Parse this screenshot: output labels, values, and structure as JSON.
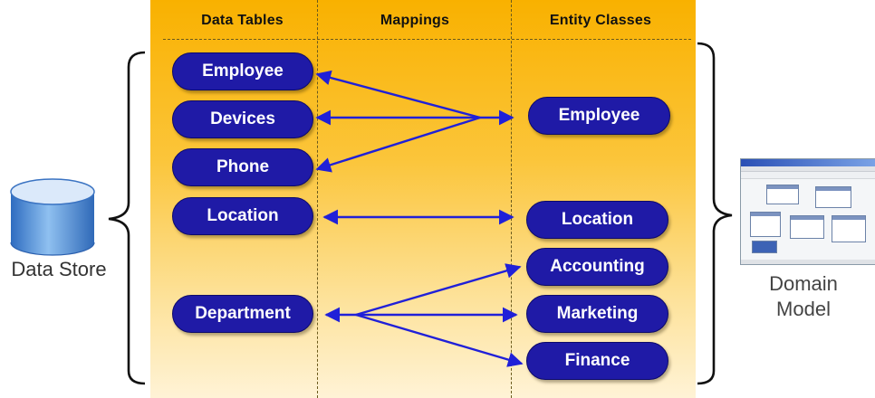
{
  "columns": {
    "data_tables": "Data Tables",
    "mappings": "Mappings",
    "entity_classes": "Entity Classes"
  },
  "data_tables": [
    "Employee",
    "Devices",
    "Phone",
    "Location",
    "Department"
  ],
  "entity_classes": [
    "Employee",
    "Location",
    "Accounting",
    "Marketing",
    "Finance"
  ],
  "labels": {
    "data_store": "Data Store",
    "domain_model_line1": "Domain",
    "domain_model_line2": "Model"
  },
  "colors": {
    "panel_top": "#f9b100",
    "panel_bottom": "#fff3d6",
    "pill": "#1f1aa6",
    "arrow": "#2020d8",
    "cylinder": "#4f8ed6"
  },
  "icons": {
    "data_store": "database-cylinder-icon",
    "domain_model": "designer-window-thumbnail"
  }
}
